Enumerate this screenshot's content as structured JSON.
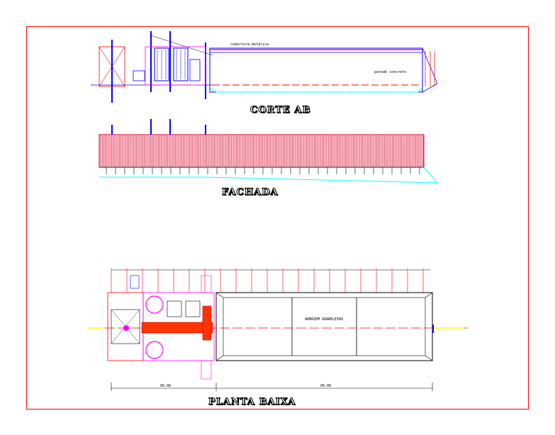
{
  "views": {
    "section": {
      "title": "CORTE AB",
      "label_roof": "cobertura metálica",
      "label_wall": "parede concreto"
    },
    "facade": {
      "title": "FACHADA"
    },
    "plan": {
      "title": "PLANTA BAIXA",
      "label_warehouse": "ARMAZEM GRANELEIRO",
      "dim_left": "00.00",
      "dim_right": "00.00"
    }
  },
  "colors": {
    "frame": "#ff0000",
    "wall": "#0000ff",
    "roof": "#cc0033",
    "accent": "#ff00ff",
    "ground": "#00ffff",
    "axis": "#ffff00"
  }
}
